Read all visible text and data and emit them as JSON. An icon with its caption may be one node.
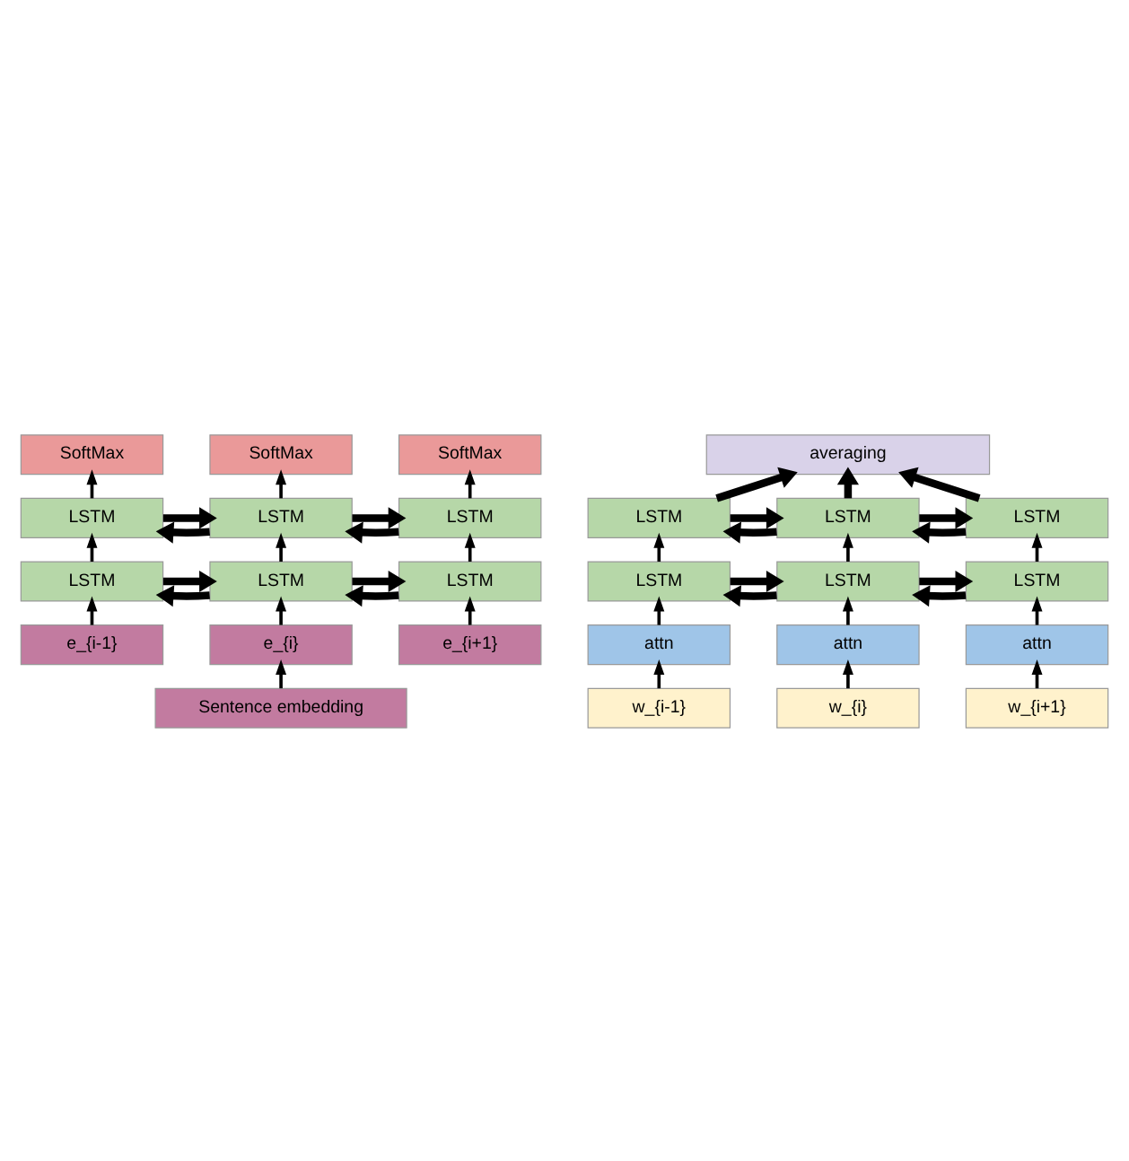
{
  "diagram": {
    "nodes": [
      {
        "text": [
          "SoftMax"
        ]
      },
      {
        "text": [
          "SoftMax"
        ]
      },
      {
        "text": [
          "SoftMax"
        ]
      },
      {
        "text": [
          "LSTM"
        ]
      },
      {
        "text": [
          "LSTM"
        ]
      },
      {
        "text": [
          "LSTM"
        ]
      },
      {
        "text": [
          "LSTM"
        ]
      },
      {
        "text": [
          "LSTM"
        ]
      },
      {
        "text": [
          "LSTM"
        ]
      },
      {
        "text": [
          "e_{i-1}"
        ]
      },
      {
        "text": [
          "e_{i}"
        ]
      },
      {
        "text": [
          "e_{i+1}"
        ]
      },
      {
        "text": [
          "Sentence embedding"
        ]
      },
      {
        "text": [
          "averaging"
        ]
      },
      {
        "text": [
          "LSTM"
        ]
      },
      {
        "text": [
          "LSTM"
        ]
      },
      {
        "text": [
          "LSTM"
        ]
      },
      {
        "text": [
          "LSTM"
        ]
      },
      {
        "text": [
          "LSTM"
        ]
      },
      {
        "text": [
          "LSTM"
        ]
      },
      {
        "text": [
          "attn"
        ]
      },
      {
        "text": [
          "attn"
        ]
      },
      {
        "text": [
          "attn"
        ]
      },
      {
        "text": [
          "w_{i-1}"
        ]
      },
      {
        "text": [
          "w_{i}"
        ]
      },
      {
        "text": [
          "w_{i+1}"
        ]
      }
    ],
    "edges": [
      {
        "from": 23,
        "to": 20,
        "arrow": "to"
      },
      {
        "from": 24,
        "to": 21,
        "arrow": "to"
      },
      {
        "from": 25,
        "to": 22,
        "arrow": "to"
      },
      {
        "from": 20,
        "to": 17,
        "arrow": "to"
      },
      {
        "from": 21,
        "to": 18,
        "arrow": "to"
      },
      {
        "from": 22,
        "to": 19,
        "arrow": "to"
      },
      {
        "from": 17,
        "to": 18,
        "arrow": "to",
        "style": "thick"
      },
      {
        "from": 18,
        "to": 17,
        "arrow": "to",
        "style": "thick"
      },
      {
        "from": 18,
        "to": 19,
        "arrow": "to",
        "style": "thick"
      },
      {
        "from": 19,
        "to": 18,
        "arrow": "to",
        "style": "thick"
      },
      {
        "from": 17,
        "to": 14,
        "arrow": "to"
      },
      {
        "from": 18,
        "to": 15,
        "arrow": "to"
      },
      {
        "from": 19,
        "to": 16,
        "arrow": "to"
      },
      {
        "from": 14,
        "to": 15,
        "arrow": "to",
        "style": "thick"
      },
      {
        "from": 15,
        "to": 14,
        "arrow": "to",
        "style": "thick"
      },
      {
        "from": 15,
        "to": 16,
        "arrow": "to",
        "style": "thick"
      },
      {
        "from": 16,
        "to": 15,
        "arrow": "to",
        "style": "thick"
      },
      {
        "from": 14,
        "to": 13,
        "arrow": "to",
        "style": "thick"
      },
      {
        "from": 15,
        "to": 13,
        "arrow": "to",
        "style": "thick"
      },
      {
        "from": 16,
        "to": 13,
        "arrow": "to",
        "style": "thick"
      },
      {
        "from": 12,
        "to": 10,
        "arrow": "to"
      },
      {
        "from": 9,
        "to": 6,
        "arrow": "to"
      },
      {
        "from": 10,
        "to": 7,
        "arrow": "to"
      },
      {
        "from": 11,
        "to": 8,
        "arrow": "to"
      },
      {
        "from": 6,
        "to": 7,
        "arrow": "to",
        "style": "thick"
      },
      {
        "from": 7,
        "to": 6,
        "arrow": "to",
        "style": "thick"
      },
      {
        "from": 7,
        "to": 8,
        "arrow": "to",
        "style": "thick"
      },
      {
        "from": 8,
        "to": 7,
        "arrow": "to",
        "style": "thick"
      },
      {
        "from": 6,
        "to": 3,
        "arrow": "to"
      },
      {
        "from": 7,
        "to": 4,
        "arrow": "to"
      },
      {
        "from": 8,
        "to": 5,
        "arrow": "to"
      },
      {
        "from": 3,
        "to": 4,
        "arrow": "to",
        "style": "thick"
      },
      {
        "from": 4,
        "to": 3,
        "arrow": "to",
        "style": "thick"
      },
      {
        "from": 4,
        "to": 5,
        "arrow": "to",
        "style": "thick"
      },
      {
        "from": 5,
        "to": 4,
        "arrow": "to",
        "style": "thick"
      },
      {
        "from": 3,
        "to": 0,
        "arrow": "to"
      },
      {
        "from": 4,
        "to": 1,
        "arrow": "to"
      },
      {
        "from": 5,
        "to": 2,
        "arrow": "to"
      }
    ]
  }
}
